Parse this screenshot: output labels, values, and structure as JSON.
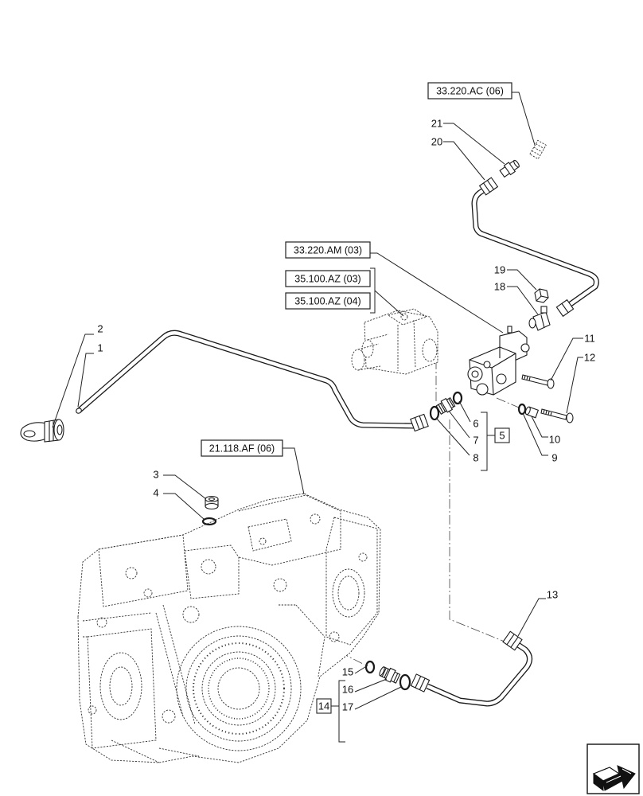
{
  "references": {
    "ac06": "33.220.AC (06)",
    "am03": "33.220.AM (03)",
    "az03": "35.100.AZ (03)",
    "az04": "35.100.AZ (04)",
    "af06": "21.118.AF (06)"
  },
  "callouts": {
    "n1": "1",
    "n2": "2",
    "n3": "3",
    "n4": "4",
    "n6": "6",
    "n7": "7",
    "n8": "8",
    "n9": "9",
    "n10": "10",
    "n11": "11",
    "n12": "12",
    "n13": "13",
    "n15": "15",
    "n16": "16",
    "n17": "17",
    "n18": "18",
    "n19": "19",
    "n20": "20",
    "n21": "21"
  },
  "groups": {
    "g5": "5",
    "g14": "14"
  },
  "icons": {
    "nav": "navigation-arrow-icon"
  }
}
